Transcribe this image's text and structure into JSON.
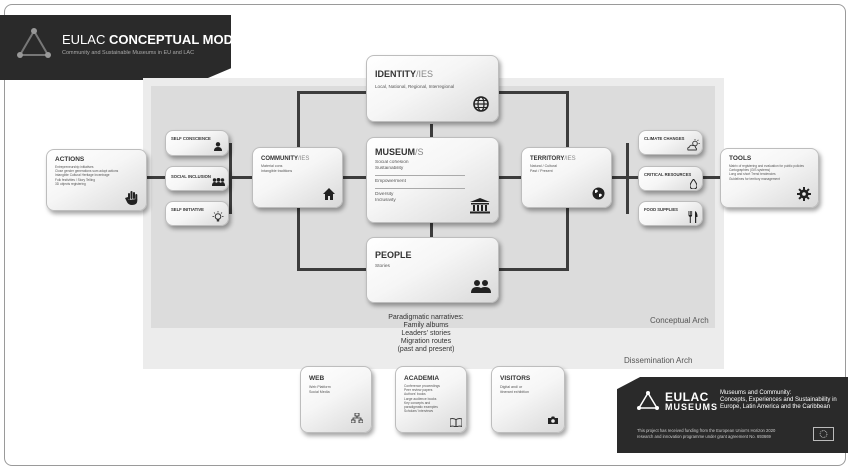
{
  "header": {
    "title_prefix": "EULAC",
    "title_main": "CONCEPTUAL MODEL",
    "subtitle": "Community and Sustainable Museums in EU and LAC"
  },
  "areas": {
    "conceptual": "Conceptual Arch",
    "dissemination": "Dissemination Arch"
  },
  "identity": {
    "title": "IDENTITY",
    "suffix": "/IES",
    "subtitle": "Local, National, Regional, Interregional",
    "icon": "globe-icon"
  },
  "museum": {
    "title": "MUSEUM",
    "suffix": "/S",
    "lines1": [
      "Social cohesion",
      "Sustainability"
    ],
    "line2": "Empowerment",
    "lines3": [
      "Diversity",
      "Inclusivity"
    ],
    "icon": "museum-icon"
  },
  "people": {
    "title": "PEOPLE",
    "subtitle": "Stories",
    "icon": "people-icon"
  },
  "community": {
    "title": "COMMUNITY",
    "suffix": "/IES",
    "lines": [
      "Material cons",
      "Intangible traditions"
    ],
    "icon": "home-icon"
  },
  "territory": {
    "title": "TERRITORY",
    "suffix": "/IES",
    "lines": [
      "Natural / Cultural",
      "Past / Present"
    ],
    "icon": "earth-icon"
  },
  "actions": {
    "title": "ACTIONS",
    "lines": [
      "Entrepreneurship initiatives",
      "Close gender generations sum adopt actions",
      "Intangible Cultural Heritage Incentrage",
      "Folk festivities / Story Telling",
      "3D objects registering"
    ],
    "icon": "hand-icon"
  },
  "left_items": [
    {
      "label": "SELF CONSCIENCE",
      "icon": "person-icon"
    },
    {
      "label": "SOCIAL INCLUSION",
      "icon": "group-icon"
    },
    {
      "label": "SELF INITIATIVE",
      "icon": "bulb-icon"
    }
  ],
  "right_items": [
    {
      "label": "CLIMATE CHANGES",
      "icon": "weather-icon"
    },
    {
      "label": "CRITICAL RESOURCES",
      "icon": "drop-icon"
    },
    {
      "label": "FOOD SUPPLIES",
      "icon": "cutlery-icon"
    }
  ],
  "tools": {
    "title": "TOOLS",
    "lines": [
      "Matrix of registering and evaluation for public policies",
      "Cartographies (GIS systems)",
      "Long and short Trend tendencies",
      "Guidelines for territory management"
    ],
    "icon": "gear-icon"
  },
  "narratives": {
    "lines": [
      "Paradigmatic narratives:",
      "Family albums",
      "Leaders' stories",
      "Migration routes",
      "(past and present)"
    ]
  },
  "web": {
    "title": "WEB",
    "lines": [
      "Web Platform",
      "Social Media"
    ],
    "icon": "sitemap-icon"
  },
  "academia": {
    "title": "ACADEMIA",
    "lines": [
      "Conference proceedings",
      "Peer review papers",
      "Authors' books",
      "Large audience books",
      "Key concepts and",
      "paradigmatic examples",
      "Scholars' interviews"
    ],
    "icon": "book-icon"
  },
  "visitors": {
    "title": "VISITORS",
    "lines": [
      "Digital and/ or",
      "itinerant exhibition"
    ],
    "icon": "camera-icon"
  },
  "footer": {
    "logo_top": "EULAC",
    "logo_bottom": "MUSEUMS",
    "tagline": [
      "Museums and Community:",
      "Concepts, Experiences and Sustainability in",
      "Europe, Latin America and the Caribbean"
    ],
    "funding": [
      "This project has received funding from the European Union's Horizon 2020",
      "research and innovation programme under grant agreement No. 693669"
    ],
    "flag_icon": "eu-flag-icon"
  }
}
